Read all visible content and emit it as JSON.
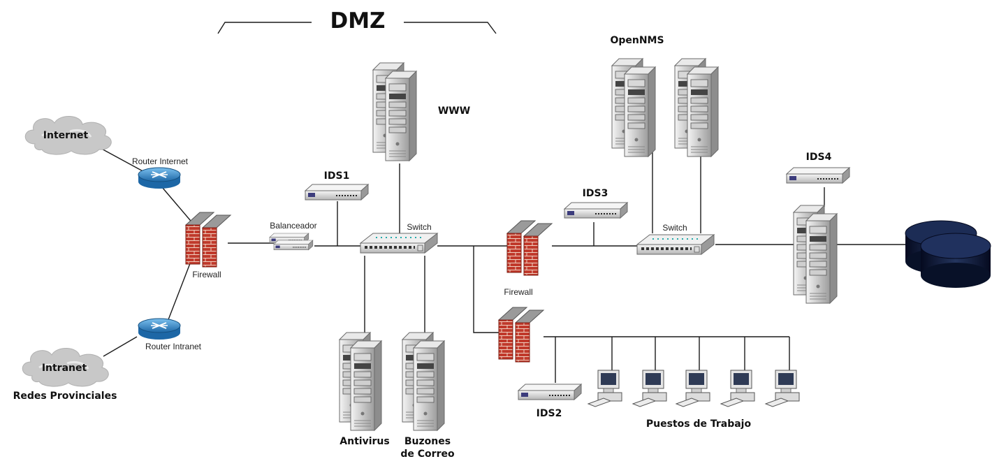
{
  "header": {
    "dmz_label": "DMZ"
  },
  "clouds": {
    "internet": "Internet",
    "intranet": "Intranet",
    "intranet_sub": "Redes Provinciales"
  },
  "routers": {
    "internet": "Router Internet",
    "intranet": "Router Intranet"
  },
  "devices": {
    "firewall_main": "Firewall",
    "firewall_inner": "Firewall",
    "balancer": "Balanceador",
    "switch_dmz": "Switch",
    "switch_internal": "Switch"
  },
  "ids": {
    "ids1": "IDS1",
    "ids2": "IDS2",
    "ids3": "IDS3",
    "ids4": "IDS4"
  },
  "servers": {
    "www": "WWW",
    "opennms": "OpenNMS",
    "antivirus": "Antivirus",
    "mail_line1": "Buzones",
    "mail_line2": "de Correo"
  },
  "workstations": {
    "label": "Puestos de Trabajo"
  },
  "colors": {
    "router_blue": "#2f86c8",
    "firewall_red": "#c0392b",
    "storage_navy": "#0d1733",
    "cloud_gray": "#c8c8c8"
  }
}
